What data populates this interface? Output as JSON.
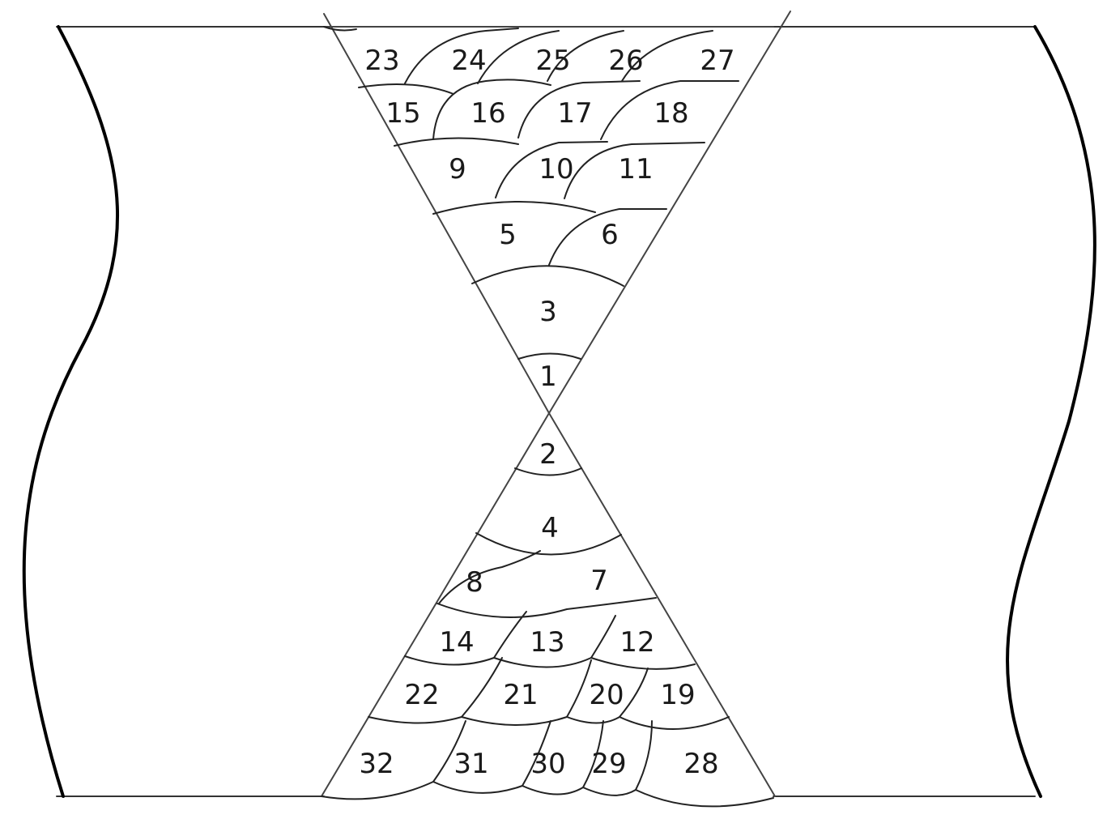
{
  "diagram": {
    "title": "",
    "beads": [
      {
        "id": "bead-1",
        "label": "1"
      },
      {
        "id": "bead-2",
        "label": "2"
      },
      {
        "id": "bead-3",
        "label": "3"
      },
      {
        "id": "bead-4",
        "label": "4"
      },
      {
        "id": "bead-5",
        "label": "5"
      },
      {
        "id": "bead-6",
        "label": "6"
      },
      {
        "id": "bead-7",
        "label": "7"
      },
      {
        "id": "bead-8",
        "label": "8"
      },
      {
        "id": "bead-9",
        "label": "9"
      },
      {
        "id": "bead-10",
        "label": "10"
      },
      {
        "id": "bead-11",
        "label": "11"
      },
      {
        "id": "bead-12",
        "label": "12"
      },
      {
        "id": "bead-13",
        "label": "13"
      },
      {
        "id": "bead-14",
        "label": "14"
      },
      {
        "id": "bead-15",
        "label": "15"
      },
      {
        "id": "bead-16",
        "label": "16"
      },
      {
        "id": "bead-17",
        "label": "17"
      },
      {
        "id": "bead-18",
        "label": "18"
      },
      {
        "id": "bead-19",
        "label": "19"
      },
      {
        "id": "bead-20",
        "label": "20"
      },
      {
        "id": "bead-21",
        "label": "21"
      },
      {
        "id": "bead-22",
        "label": "22"
      },
      {
        "id": "bead-23",
        "label": "23"
      },
      {
        "id": "bead-24",
        "label": "24"
      },
      {
        "id": "bead-25",
        "label": "25"
      },
      {
        "id": "bead-26",
        "label": "26"
      },
      {
        "id": "bead-27",
        "label": "27"
      },
      {
        "id": "bead-28",
        "label": "28"
      },
      {
        "id": "bead-29",
        "label": "29"
      },
      {
        "id": "bead-30",
        "label": "30"
      },
      {
        "id": "bead-31",
        "label": "31"
      },
      {
        "id": "bead-32",
        "label": "32"
      }
    ]
  }
}
